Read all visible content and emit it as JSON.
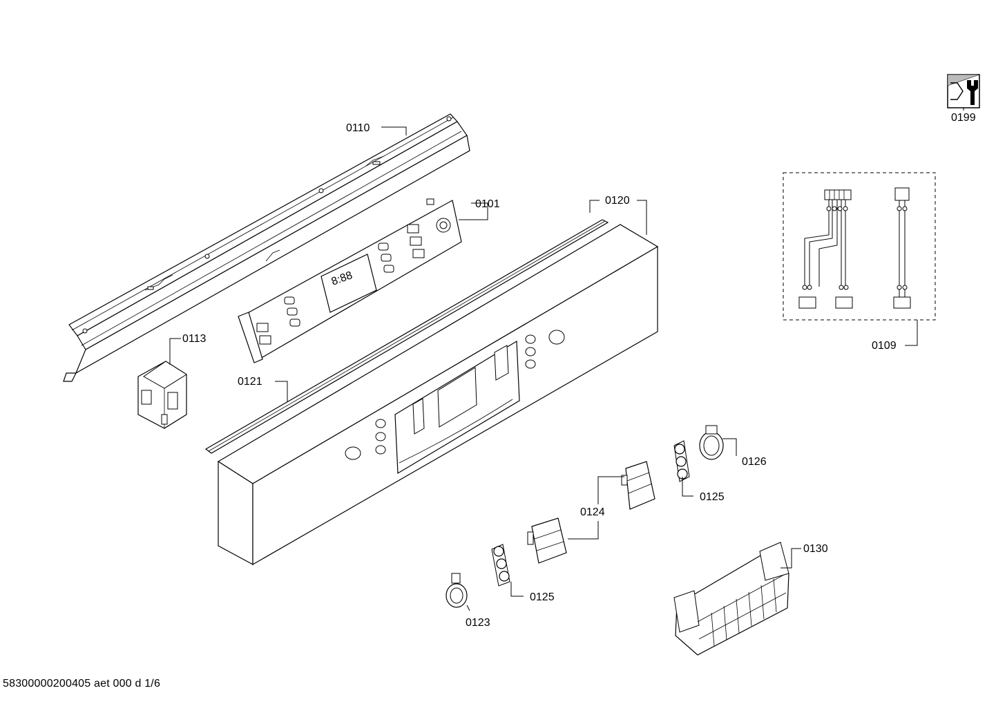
{
  "diagram": {
    "footer_code": "58300000200405 aet 000 d 1/6",
    "service_icon": "wrench-service-icon",
    "labels": {
      "p0110": "0110",
      "p0101": "0101",
      "p0120": "0120",
      "p0113": "0113",
      "p0121": "0121",
      "p0109": "0109",
      "p0199": "0199",
      "p0126": "0126",
      "p0125a": "0125",
      "p0124": "0124",
      "p0125b": "0125",
      "p0123": "0123",
      "p0130": "0130"
    }
  }
}
